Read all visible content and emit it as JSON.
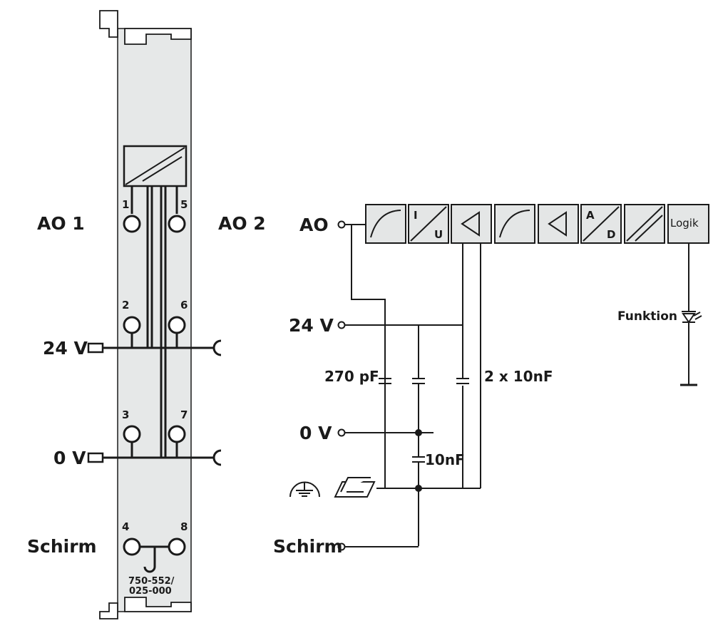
{
  "module": {
    "ao1_label": "AO 1",
    "ao2_label": "AO 2",
    "supply_24v_label": "24 V",
    "supply_0v_label": "0 V",
    "shield_label": "Schirm",
    "pins": [
      "1",
      "5",
      "2",
      "6",
      "3",
      "7",
      "4",
      "8"
    ],
    "part_number_line1": "750-552/",
    "part_number_line2": "025-000"
  },
  "schematic": {
    "ao_label": "AO",
    "supply_24v_label": "24 V",
    "supply_0v_label": "0 V",
    "shield_label": "Schirm",
    "cap_270pf_label": "270 pF",
    "cap_2x10nf_label": "2 x 10nF",
    "cap_10nf_label": "10nF",
    "funktion_label": "Funktion",
    "blocks": {
      "i_label": "I",
      "u_label": "U",
      "a_label": "A",
      "d_label": "D",
      "logik_label": "Logik"
    }
  },
  "colors": {
    "line": "#1a1a1a",
    "block_fill": "#e4e6e6",
    "module_fill": "#e6e8e8"
  }
}
